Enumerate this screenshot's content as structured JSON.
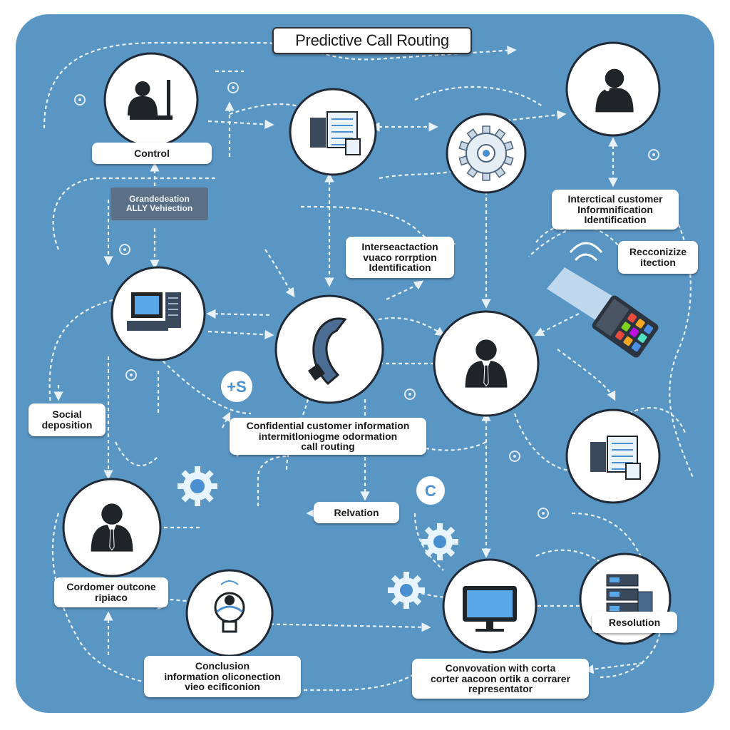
{
  "diagram": {
    "title": "Predictive Call Routing",
    "colors": {
      "background": "#5a96c4",
      "line": "#e8f1f8",
      "node_fill": "#ffffff",
      "node_stroke": "#1f2a36",
      "figure": "#1f2428",
      "accent": "#4a8fd0"
    },
    "labels": {
      "control": "Control",
      "dark_tag": "Grandedeation\nALLY Vehiection",
      "intersectaction": "Interseactaction\nvuaco rorrption\nIdentification",
      "internal_customer": "Interctical customer\nInformnification\nIdentification",
      "recognize": "Recconizize\nitection",
      "social": "Social\ndeposition",
      "confidential": "Confidential customer information\nintermitloniogme odormation\ncall routing",
      "relevation": "Relvation",
      "customer_outcome": "Cordomer outcone\nripiaco",
      "resolution": "Resolution",
      "conclusion": "Conclusion\ninformation oliconection\nvieo ecificonion",
      "conversation": "Convovation with corta\ncorter aacoon ortik a corrarer\nrepresentator"
    },
    "nodes": [
      {
        "id": "agent-desk",
        "icon": "agent-at-desk-icon"
      },
      {
        "id": "documents-top",
        "icon": "document-icon"
      },
      {
        "id": "gear-hub",
        "icon": "gear-icon"
      },
      {
        "id": "headset-user",
        "icon": "headset-person-icon"
      },
      {
        "id": "computer-station",
        "icon": "computer-icon"
      },
      {
        "id": "phone-center",
        "icon": "phone-handset-icon"
      },
      {
        "id": "customer-rep",
        "icon": "businessman-icon"
      },
      {
        "id": "documents-right",
        "icon": "document-icon"
      },
      {
        "id": "customer-left",
        "icon": "businessman-icon"
      },
      {
        "id": "lightbulb-idea",
        "icon": "lightbulb-icon"
      },
      {
        "id": "monitor-bottom",
        "icon": "monitor-icon"
      },
      {
        "id": "server-stack",
        "icon": "server-icon"
      }
    ]
  }
}
